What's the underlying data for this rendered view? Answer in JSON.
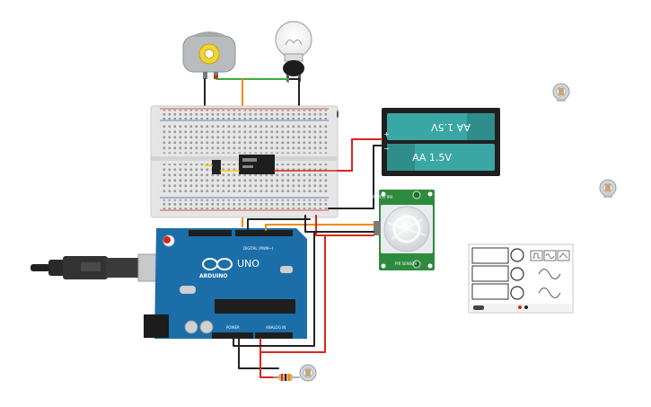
{
  "battery": {
    "cell_top_label": "AA 1.5V",
    "cell_bottom_label": "AA 1.5V",
    "plus_sign": "+",
    "minus_sign": "−"
  },
  "arduino": {
    "brand": "ARDUINO",
    "model": "UNO",
    "digital_label": "DIGITAL (PWM~)",
    "power_label": "POWER",
    "analog_label": "ANALOG IN"
  },
  "pir_sensor": {
    "top_label": "PIR SENSOR",
    "bottom_label": "PIR SENSOR"
  },
  "colors": {
    "board_blue": "#1b6ea8",
    "breadboard": "#e6e6e6",
    "battery_teal": "#3aa7a4",
    "pir_green": "#2e8b3e",
    "wire_red": "#d7261e",
    "wire_black": "#222222",
    "wire_orange": "#f08a00",
    "wire_green": "#3cae3c",
    "wire_yellow": "#f2d100"
  }
}
